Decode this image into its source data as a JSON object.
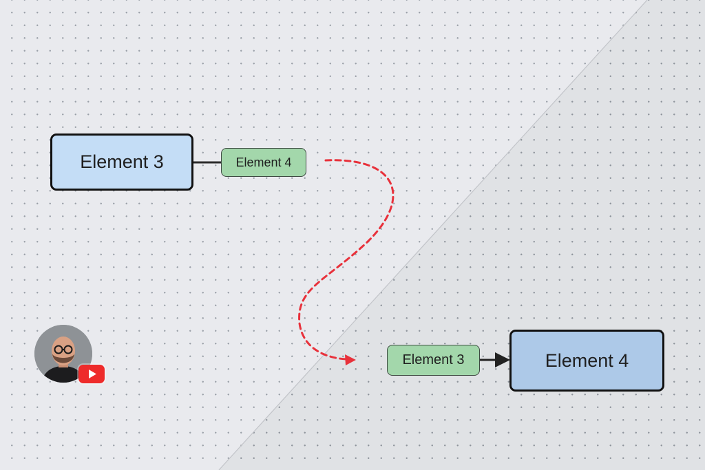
{
  "diagram": {
    "before": {
      "element_3_label": "Element 3",
      "element_4_label": "Element 4"
    },
    "after": {
      "element_3_label": "Element 3",
      "element_4_label": "Element 4"
    }
  },
  "colors": {
    "background": "#e9eaee",
    "large_node_before_fill": "#c4ddf6",
    "large_node_after_fill": "#adc9e8",
    "small_node_fill": "#a3d7ab",
    "transition_arrow": "#e8313b",
    "youtube_red": "#ee2b2b"
  },
  "icons": {
    "avatar": "presenter-avatar",
    "badge": "youtube-play-icon"
  }
}
